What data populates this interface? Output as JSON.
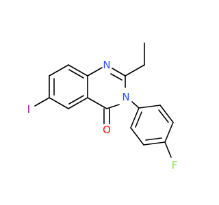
{
  "molecule": {
    "atoms": [
      {
        "id": "atom-iodine",
        "symbol": "I",
        "color": "#940094"
      },
      {
        "id": "atom-n1",
        "symbol": "N",
        "color": "#3050F8"
      },
      {
        "id": "atom-n3",
        "symbol": "N",
        "color": "#3050F8"
      },
      {
        "id": "atom-oxygen",
        "symbol": "O",
        "color": "#FF0D0D"
      },
      {
        "id": "atom-fluorine",
        "symbol": "F",
        "color": "#90E050"
      }
    ]
  }
}
